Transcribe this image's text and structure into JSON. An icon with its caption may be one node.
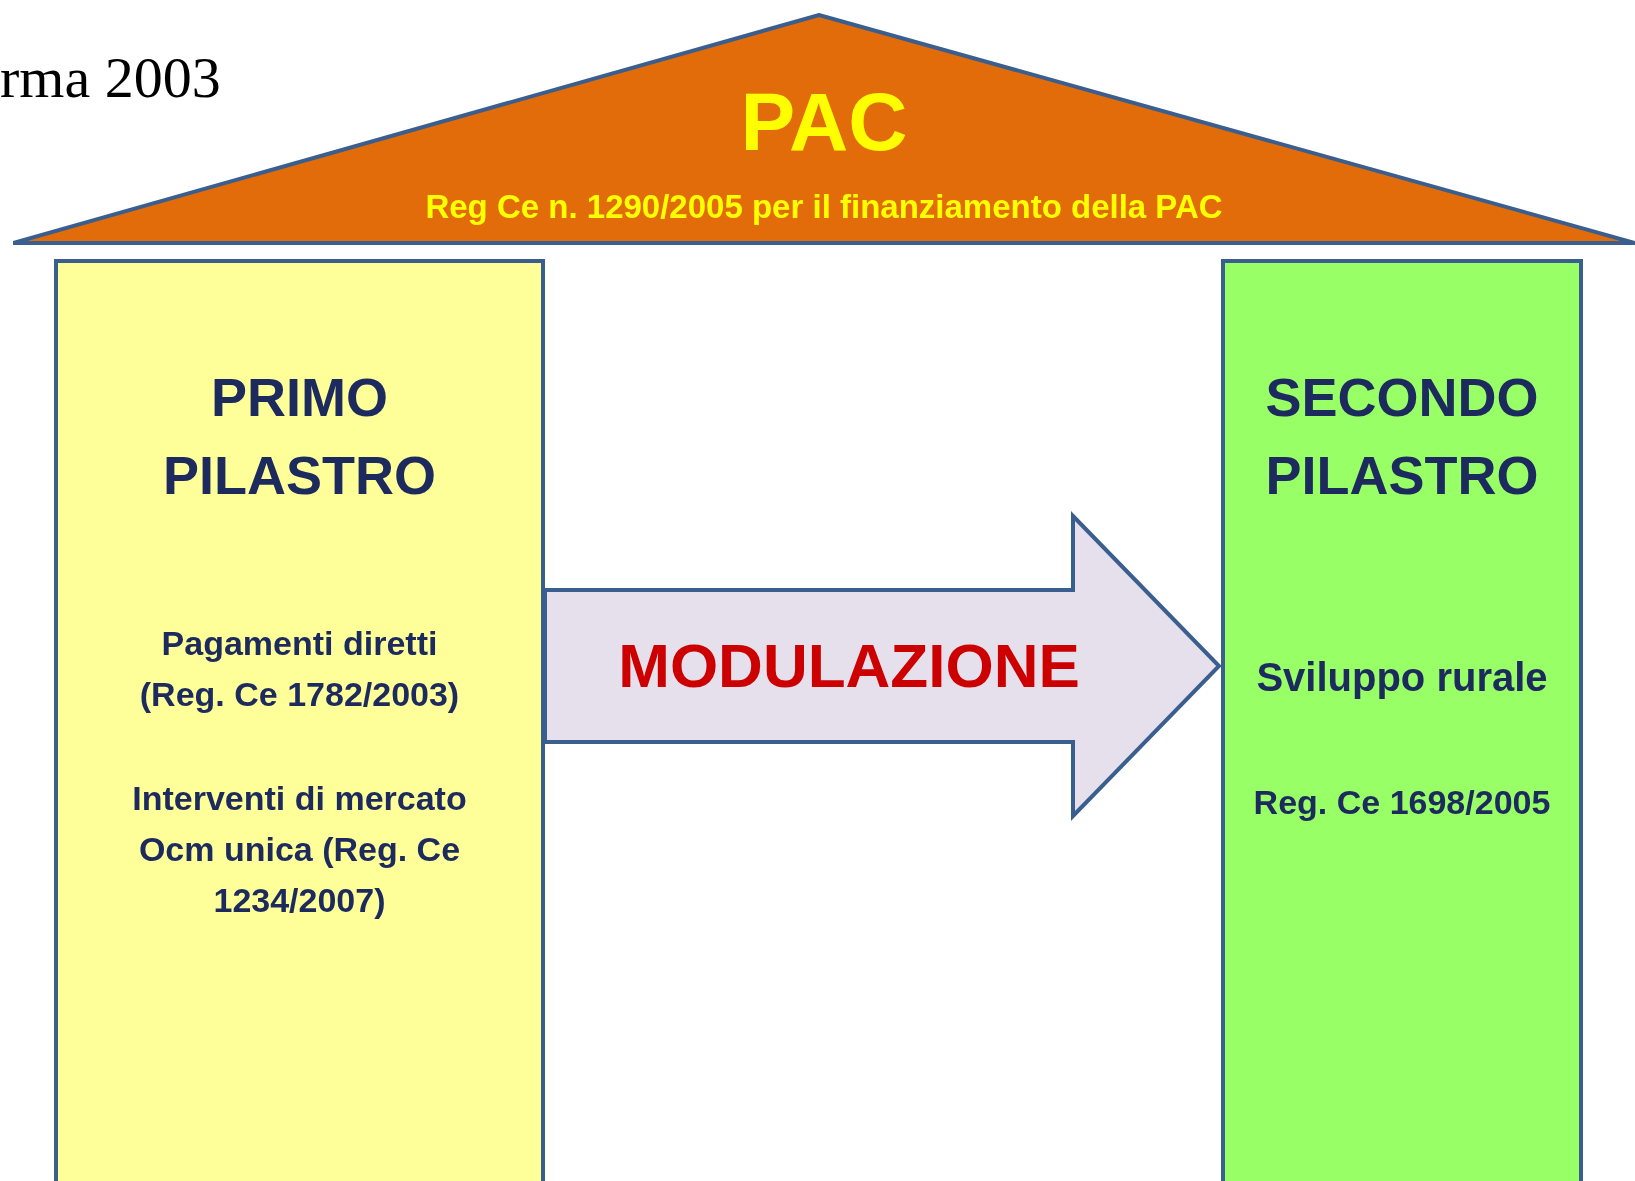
{
  "diagram": {
    "nodes": [
      {
        "text": [
          "PAC",
          "Reg Ce n. 1290/2005 per il finanziamento della PAC"
        ]
      },
      {
        "text": [
          "PRIMO PILASTRO",
          "Pagamenti diretti (Reg. Ce 1782/2003)",
          "Interventi di mercato Ocm unica (Reg. Ce 1234/2007)"
        ]
      },
      {
        "text": [
          "SECONDO PILASTRO",
          "Sviluppo rurale",
          "Reg. Ce 1698/2005"
        ]
      }
    ],
    "edges": [
      {
        "from": 1,
        "to": 2,
        "arrow": "to",
        "label": "MODULAZIONE"
      }
    ],
    "labels": [
      "rma 2003"
    ]
  }
}
